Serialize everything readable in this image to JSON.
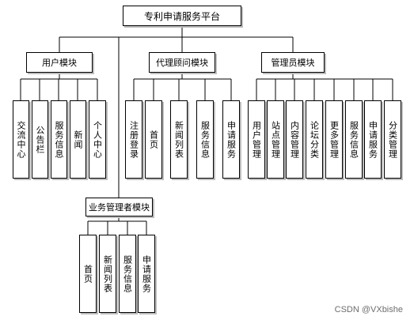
{
  "root": {
    "label": "专利申请服务平台"
  },
  "modules": {
    "user": {
      "label": "用户模块",
      "children": [
        "交流中心",
        "公告栏",
        "服务信息",
        "新闻",
        "个人中心"
      ]
    },
    "agent": {
      "label": "代理顾问模块",
      "children": [
        "注册登录",
        "首页",
        "新闻列表",
        "服务信息",
        "申请服务"
      ]
    },
    "admin": {
      "label": "管理员模块",
      "children": [
        "用户管理",
        "站点管理",
        "内容管理",
        "论坛分类",
        "更多管理",
        "服务信息",
        "申请服务",
        "分类管理"
      ]
    },
    "business": {
      "label": "业务管理者模块",
      "children": [
        "首页",
        "新闻列表",
        "服务信息",
        "申请服务"
      ]
    }
  },
  "watermark": "CSDN @VXbishe"
}
